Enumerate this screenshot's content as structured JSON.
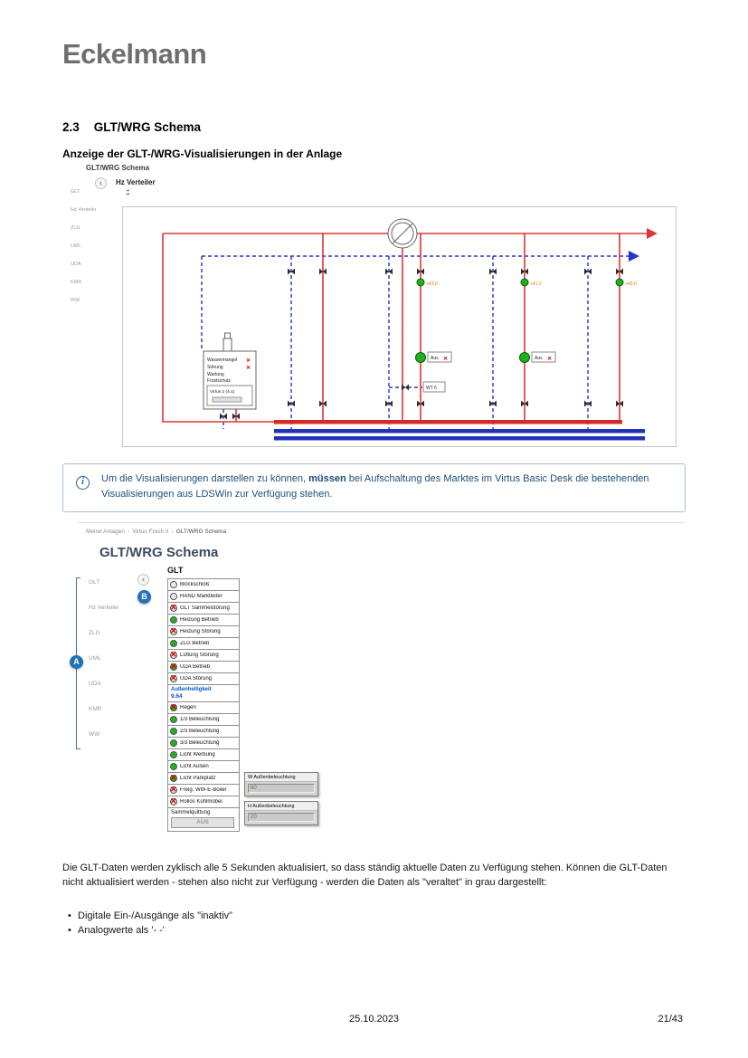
{
  "page": {
    "logo": "Eckelmann",
    "section_number": "2.3",
    "section_title": "GLT/WRG Schema",
    "subsection_title": "Anzeige der GLT-/WRG-Visualisierungen in der Anlage",
    "footer_date": "25.10.2023",
    "footer_page": "21/43"
  },
  "icons": {
    "back": "‹",
    "info": "i",
    "fault_x": "✕",
    "crumb_sep": "›",
    "flow_arrow": "➔"
  },
  "screenshot1": {
    "title": "GLT/WRG Schema",
    "subtitle": "Hz Verteiler",
    "sidebar": [
      "GLT",
      "Hz Verteiler",
      "ZLG",
      "UML",
      "UDA",
      "KMR",
      "WW"
    ],
    "schema": {
      "temps": [
        "+43.0",
        "+41.2",
        "+45.0"
      ],
      "pump_state_1": "Aus",
      "pump_state_2": "Aus",
      "wt_label": "WT 6",
      "boiler_rows": [
        "Wassermangel",
        "Störung",
        "Wartung",
        "Frostschutz"
      ],
      "boiler_device": "Virtus 2 (4.1)"
    }
  },
  "infobox": {
    "text_before": "Um die Visualisierungen darstellen zu können, ",
    "bold": "müssen",
    "text_after": " bei Aufschaltung des Marktes im Virtus Basic Desk die bestehenden Visualisierungen aus LDSWin zur Verfügung stehen."
  },
  "breadcrumb": [
    "Meine Anlagen",
    "Virtus Fresh II",
    "GLT/WRG Schema"
  ],
  "screenshot2": {
    "heading": "GLT/WRG Schema",
    "sidebar": [
      "GLT",
      "Hz Verteiler",
      "ZLG",
      "UML",
      "UDA",
      "KMR",
      "WW"
    ],
    "marker_a": "A",
    "marker_b": "B",
    "panel_title": "GLT",
    "rows": [
      {
        "label": "Blockschloß",
        "status": "gray"
      },
      {
        "label": "HAND Marktleiter",
        "status": "gray"
      },
      {
        "label": "GLT Sammelstörung",
        "status": "red-x"
      },
      {
        "label": "Heizung Betrieb",
        "status": "green"
      },
      {
        "label": "Heizung Störung",
        "status": "red-x"
      },
      {
        "label": "ZLG Betrieb",
        "status": "green"
      },
      {
        "label": "Lüftung Störung",
        "status": "red-x"
      },
      {
        "label": "UDA Betrieb",
        "status": "green-x"
      },
      {
        "label": "UDA Störung",
        "status": "red-x"
      }
    ],
    "analog_row": {
      "label": "Außenhelligkeit",
      "value": "9.64"
    },
    "rows2": [
      {
        "label": "Regen",
        "status": "green-x"
      },
      {
        "label": "1/3 Beleuchtung",
        "status": "green"
      },
      {
        "label": "2/3 Beleuchtung",
        "status": "green"
      },
      {
        "label": "3/3 Beleuchtung",
        "status": "green"
      },
      {
        "label": "Licht Werbung",
        "status": "green"
      },
      {
        "label": "Licht Außen",
        "status": "green"
      },
      {
        "label": "Licht Parkplatz",
        "status": "green-x"
      },
      {
        "label": "Freig. WW-E-Boiler",
        "status": "red-x"
      },
      {
        "label": "Rollos Kühlmöbel",
        "status": "red-x"
      }
    ],
    "quittung": {
      "label": "Sammelquittung",
      "button": "AUS"
    },
    "value_boxes": [
      {
        "label": "W Außenbeleuchtung",
        "value": "60"
      },
      {
        "label": "H Außenbeleuchtung",
        "value": "20"
      }
    ]
  },
  "body": {
    "paragraph": "Die GLT-Daten werden zyklisch alle 5 Sekunden aktualisiert, so dass ständig aktuelle Daten zu Verfügung stehen. Können die GLT-Daten nicht aktualisiert werden - stehen also nicht zur Verfügung - werden die Daten als \"veraltet\" in grau dargestellt:",
    "bullets": [
      "Digitale Ein-/Ausgänge als \"inaktiv\"",
      "Analogwerte als '- -'"
    ]
  }
}
